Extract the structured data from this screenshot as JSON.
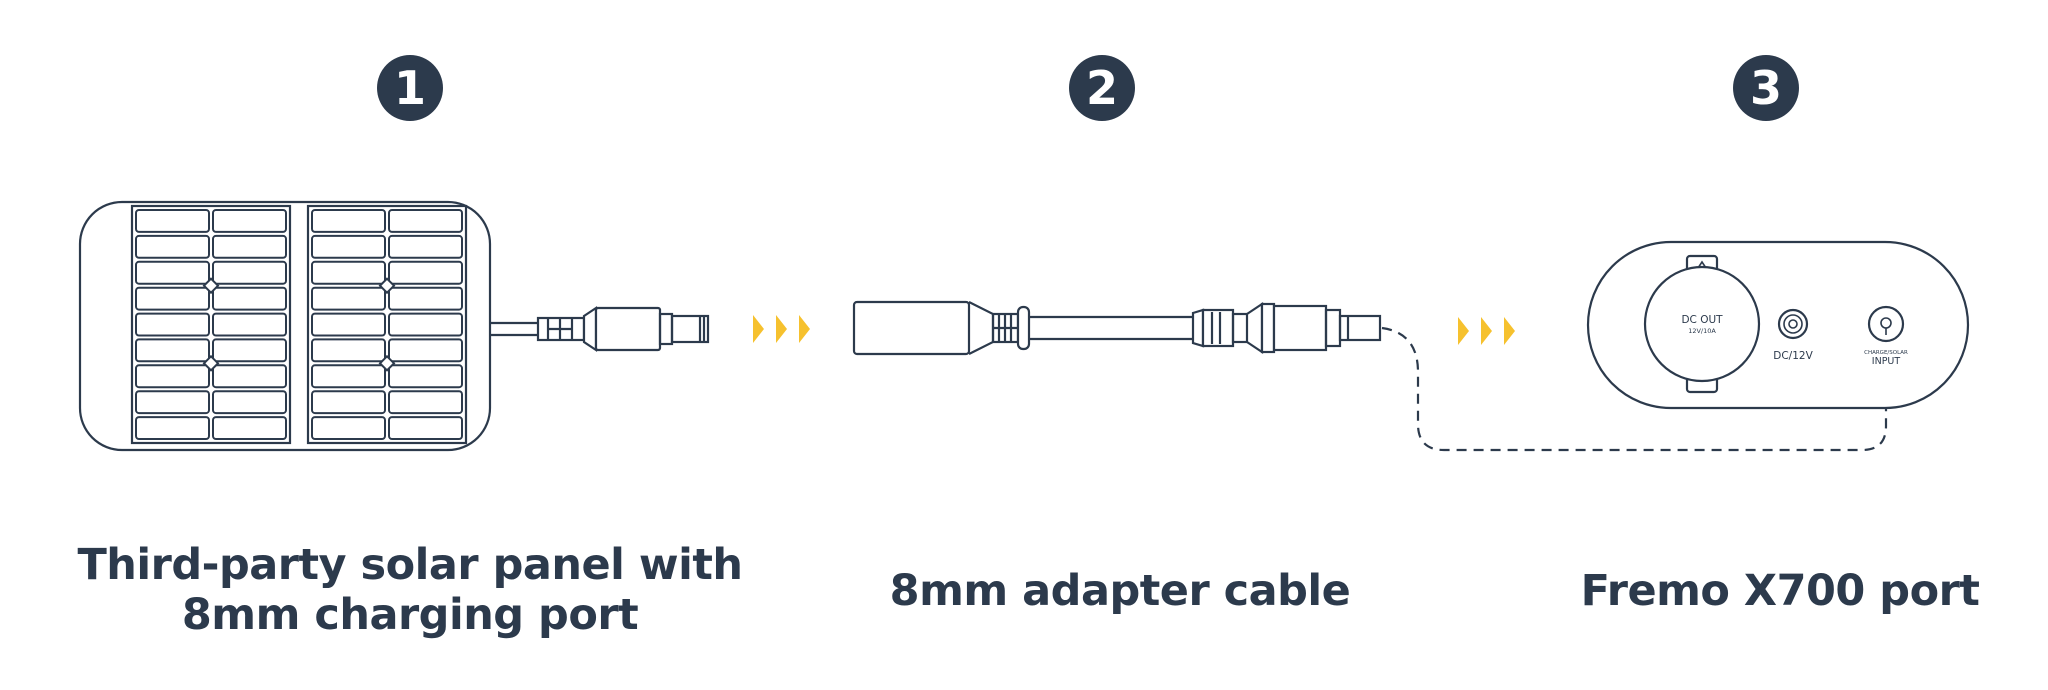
{
  "steps": [
    {
      "number": "1",
      "label_line1": "Third-party solar panel with",
      "label_line2": "8mm charging port"
    },
    {
      "number": "2",
      "label": "8mm adapter cable"
    },
    {
      "number": "3",
      "label": "Fremo X700 port"
    }
  ],
  "device": {
    "dc_out_label": "DC OUT",
    "dc_out_rating": "12V/10A",
    "dc12v_label": "DC/12V",
    "input_label_top": "CHARGE/SOLAR",
    "input_label_bottom": "INPUT"
  },
  "colors": {
    "ink": "#2c3a4c",
    "badge": "#2c3a4c",
    "arrow": "#f6c12e"
  }
}
